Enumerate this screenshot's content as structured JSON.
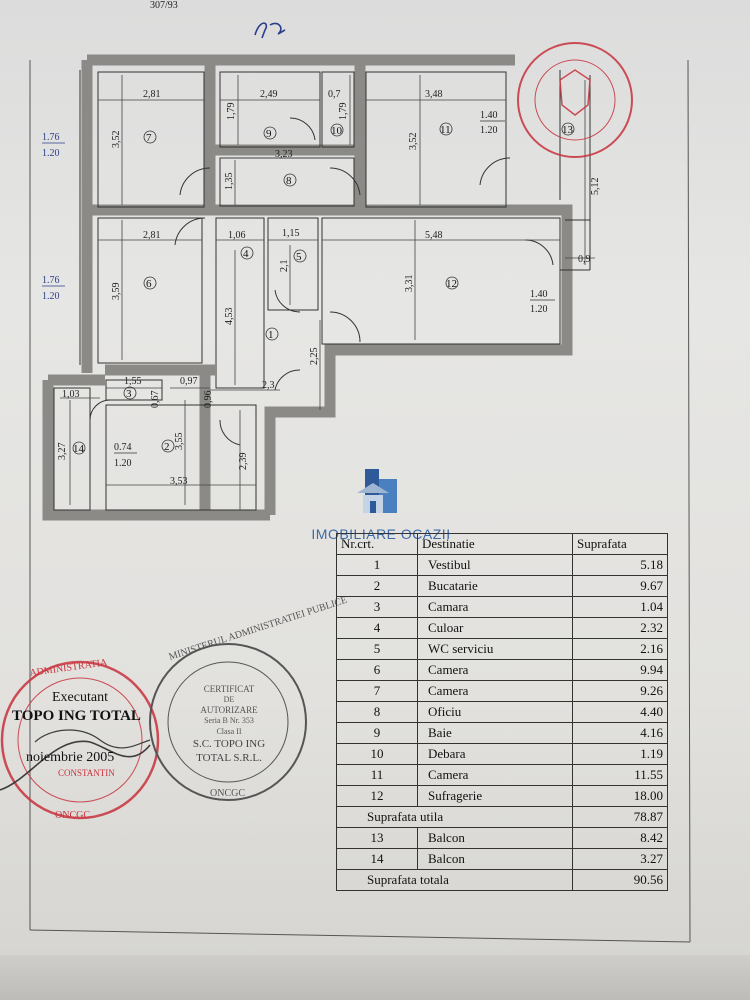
{
  "top_note": "307/93",
  "rooms": [
    {
      "nr": "1",
      "dest": "Vestibul",
      "val": "5.18"
    },
    {
      "nr": "2",
      "dest": "Bucatarie",
      "val": "9.67"
    },
    {
      "nr": "3",
      "dest": "Camara",
      "val": "1.04"
    },
    {
      "nr": "4",
      "dest": "Culoar",
      "val": "2.32"
    },
    {
      "nr": "5",
      "dest": "WC serviciu",
      "val": "2.16"
    },
    {
      "nr": "6",
      "dest": "Camera",
      "val": "9.94"
    },
    {
      "nr": "7",
      "dest": "Camera",
      "val": "9.26"
    },
    {
      "nr": "8",
      "dest": "Oficiu",
      "val": "4.40"
    },
    {
      "nr": "9",
      "dest": "Baie",
      "val": "4.16"
    },
    {
      "nr": "10",
      "dest": "Debara",
      "val": "1.19"
    },
    {
      "nr": "11",
      "dest": "Camera",
      "val": "11.55"
    },
    {
      "nr": "12",
      "dest": "Sufragerie",
      "val": "18.00"
    }
  ],
  "balconies": [
    {
      "nr": "13",
      "dest": "Balcon",
      "val": "8.42"
    },
    {
      "nr": "14",
      "dest": "Balcon",
      "val": "3.27"
    }
  ],
  "table": {
    "h_nr": "Nr.crt.",
    "h_dest": "Destinatie",
    "h_val": "Suprafata",
    "utila_label": "Suprafata utila",
    "utila_val": "78.87",
    "totala_label": "Suprafata totala",
    "totala_val": "90.56"
  },
  "watermark": "IMOBILIARE OCAZII",
  "executant": {
    "label": "Executant",
    "company": "TOPO ING TOTAL",
    "date": "noiembrie 2005",
    "ring_outer": "ADMINISTRATIA",
    "ring_bottom": "ONCGC",
    "name": "CONSTANTIN"
  },
  "cert_stamp": {
    "ring_top": "MINISTERUL ADMINISTRATIEI PUBLICE",
    "ring_bottom": "ONCGC",
    "l1": "CERTIFICAT",
    "l2": "DE",
    "l3": "AUTORIZARE",
    "l4": "Seria B Nr. 353",
    "l5": "Clasa II",
    "l6": "S.C. TOPO ING",
    "l7": "TOTAL S.R.L."
  },
  "colors": {
    "wall": "#8c8a86",
    "line": "#333333",
    "blue": "#2a3f8a",
    "stamp_red": "#c8323c",
    "stamp_gray": "#555555"
  }
}
